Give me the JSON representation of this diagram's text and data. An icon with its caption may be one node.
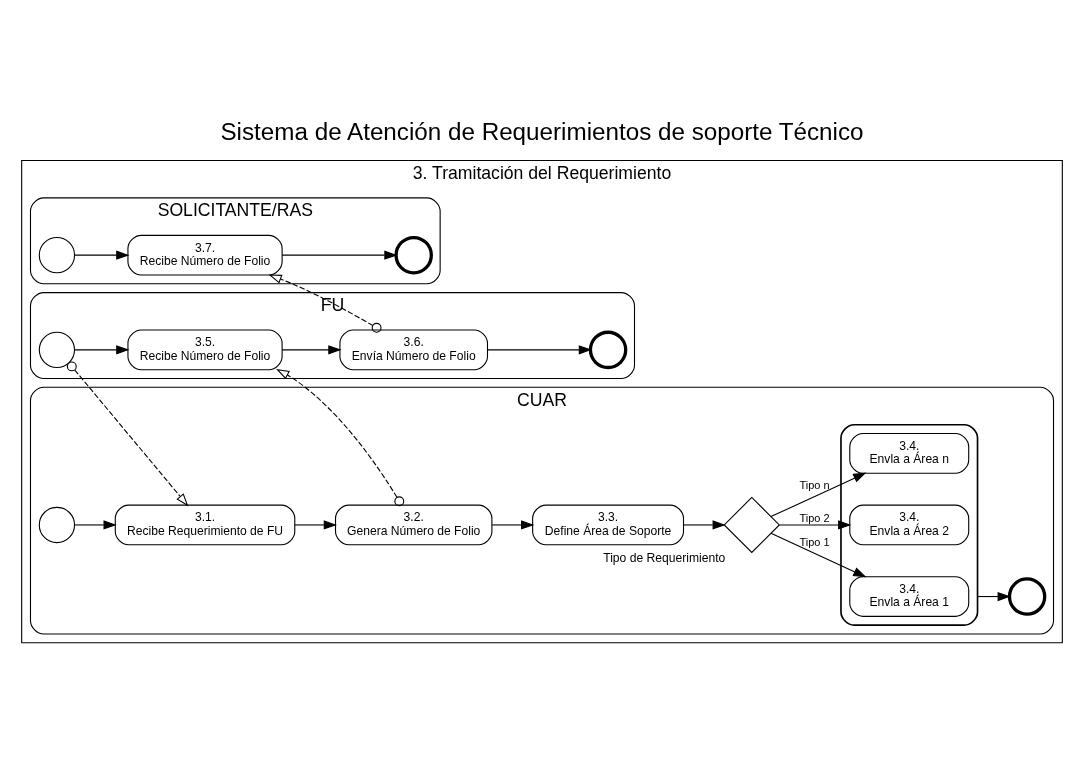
{
  "diagram": {
    "title": "Sistema de Atención de Requerimientos de soporte Técnico",
    "nodes": [
      {
        "text": [
          "3. Tramitación del Requerimiento"
        ]
      },
      {
        "text": [
          "SOLICITANTE/RAS"
        ],
        "in": 0
      },
      {
        "text": [],
        "shape": "circle",
        "in": 1
      },
      {
        "text": [
          "3.7.",
          "Recibe Número de Folio"
        ],
        "in": 1
      },
      {
        "text": [],
        "shape": "circle",
        "in": 1
      },
      {
        "text": [
          "FU"
        ],
        "in": 0
      },
      {
        "text": [],
        "shape": "circle",
        "in": 5
      },
      {
        "text": [
          "3.5.",
          "Recibe Número de Folio"
        ],
        "in": 5
      },
      {
        "text": [
          "3.6.",
          "Envía Número de Folio"
        ],
        "in": 5
      },
      {
        "text": [],
        "shape": "circle",
        "in": 5
      },
      {
        "text": [
          "CUAR"
        ],
        "in": 0
      },
      {
        "text": [],
        "shape": "circle",
        "in": 10
      },
      {
        "text": [
          "3.1.",
          "Recibe Requerimiento de FU"
        ],
        "in": 10
      },
      {
        "text": [
          "3.2.",
          "Genera Número de Folio"
        ],
        "in": 10
      },
      {
        "text": [
          "3.3.",
          "Define Área de Soporte"
        ],
        "in": 10
      },
      {
        "text": [],
        "shape": "diamond",
        "beside": [
          "Tipo de Requerimiento"
        ],
        "in": 10
      },
      {
        "text": [],
        "shape": "box",
        "in": 10
      },
      {
        "text": [
          "3.4.",
          "Envla a Área 1"
        ],
        "in": 16
      },
      {
        "text": [
          "3.4.",
          "Envla a Área 2"
        ],
        "in": 16
      },
      {
        "text": [
          "3.4.",
          "Envla a Área n"
        ],
        "in": 16
      },
      {
        "text": [],
        "shape": "circle",
        "in": 10
      }
    ],
    "edges": [
      {
        "from": 2,
        "to": 3,
        "arrow": "to"
      },
      {
        "from": 3,
        "to": 4,
        "arrow": "to"
      },
      {
        "from": 6,
        "to": 7,
        "arrow": "to"
      },
      {
        "from": 7,
        "to": 8,
        "arrow": "to"
      },
      {
        "from": 8,
        "to": 9,
        "arrow": "to"
      },
      {
        "from": 8,
        "to": 3,
        "arrow": "to",
        "style": "dashed"
      },
      {
        "from": 6,
        "to": 12,
        "arrow": "to",
        "style": "dashed"
      },
      {
        "from": 13,
        "to": 7,
        "arrow": "to",
        "style": "dashed"
      },
      {
        "from": 11,
        "to": 12,
        "arrow": "to"
      },
      {
        "from": 12,
        "to": 13,
        "arrow": "to"
      },
      {
        "from": 13,
        "to": 14,
        "arrow": "to"
      },
      {
        "from": 14,
        "to": 15,
        "arrow": "to"
      },
      {
        "from": 15,
        "to": 17,
        "arrow": "to",
        "label": "Tipo 1"
      },
      {
        "from": 15,
        "to": 18,
        "arrow": "to",
        "label": "Tipo 2"
      },
      {
        "from": 15,
        "to": 19,
        "arrow": "to",
        "label": "Tipo n"
      },
      {
        "from": 16,
        "to": 20,
        "arrow": "to"
      }
    ]
  }
}
